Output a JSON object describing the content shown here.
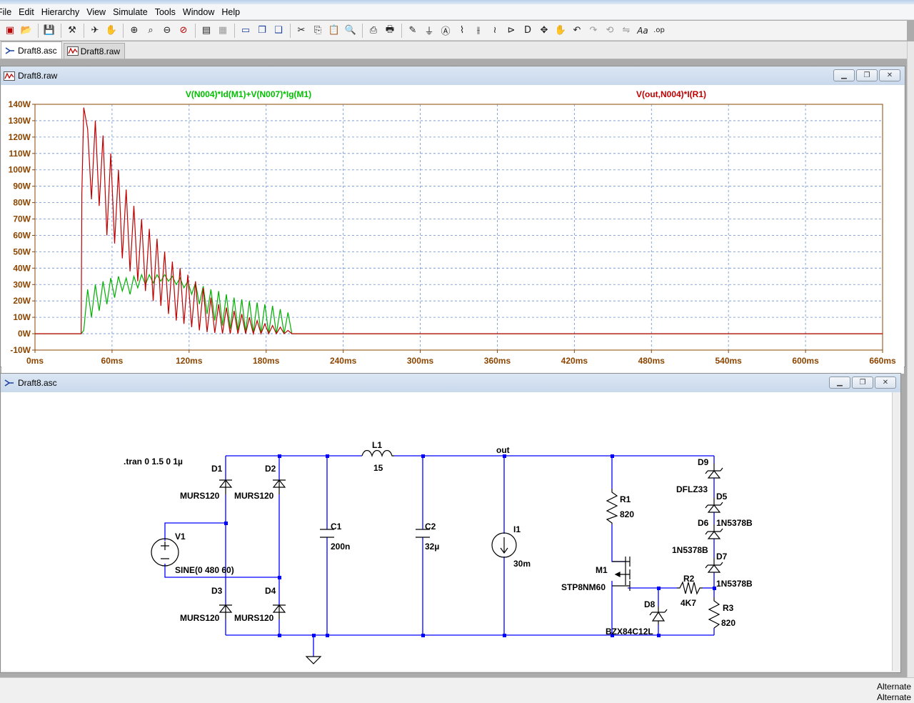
{
  "menu": [
    "File",
    "Edit",
    "Hierarchy",
    "View",
    "Simulate",
    "Tools",
    "Window",
    "Help"
  ],
  "toolbar": [
    {
      "icon": "new-schematic-icon",
      "glyph": "▣"
    },
    {
      "icon": "open-icon",
      "glyph": "📂"
    },
    {
      "icon": "save-icon",
      "glyph": "💾"
    },
    {
      "icon": "control-panel-icon",
      "glyph": "⚒"
    },
    {
      "icon": "run-icon",
      "glyph": "✈"
    },
    {
      "icon": "halt-icon",
      "glyph": "✋"
    },
    {
      "icon": "zoom-in-icon",
      "glyph": "⊕"
    },
    {
      "icon": "pan-icon",
      "glyph": "⌕"
    },
    {
      "icon": "zoom-out-icon",
      "glyph": "⊖"
    },
    {
      "icon": "zoom-cancel-icon",
      "glyph": "⊘"
    },
    {
      "icon": "autorange-icon",
      "glyph": "▤"
    },
    {
      "icon": "fit-icon",
      "glyph": "▦"
    },
    {
      "icon": "tile-horizontal-icon",
      "glyph": "▭"
    },
    {
      "icon": "cascade-icon",
      "glyph": "❐"
    },
    {
      "icon": "tile-vertical-icon",
      "glyph": "❑"
    },
    {
      "icon": "cut-icon",
      "glyph": "✂"
    },
    {
      "icon": "copy-icon",
      "glyph": "⎘"
    },
    {
      "icon": "paste-icon",
      "glyph": "📋"
    },
    {
      "icon": "find-icon",
      "glyph": "🔍"
    },
    {
      "icon": "print-preview-icon",
      "glyph": "⎙"
    },
    {
      "icon": "print-icon",
      "glyph": "🖶"
    },
    {
      "icon": "wire-icon",
      "glyph": "✎"
    },
    {
      "icon": "ground-icon",
      "glyph": "⏚"
    },
    {
      "icon": "label-net-icon",
      "glyph": "Ⓐ"
    },
    {
      "icon": "resistor-icon",
      "glyph": "⌇"
    },
    {
      "icon": "capacitor-icon",
      "glyph": "⫲"
    },
    {
      "icon": "inductor-icon",
      "glyph": "≀"
    },
    {
      "icon": "diode-icon",
      "glyph": "⊳"
    },
    {
      "icon": "component-icon",
      "glyph": "D"
    },
    {
      "icon": "move-icon",
      "glyph": "✥"
    },
    {
      "icon": "drag-icon",
      "glyph": "✋"
    },
    {
      "icon": "undo-icon",
      "glyph": "↶"
    },
    {
      "icon": "redo-icon",
      "glyph": "↷"
    },
    {
      "icon": "rotate-icon",
      "glyph": "⟲"
    },
    {
      "icon": "mirror-icon",
      "glyph": "⇋"
    },
    {
      "icon": "text-icon",
      "glyph": "Aa"
    },
    {
      "icon": "spice-directive-icon",
      "glyph": ".op"
    }
  ],
  "tabs": [
    {
      "label": "Draft8.asc",
      "icon": "schematic-icon",
      "active": true
    },
    {
      "label": "Draft8.raw",
      "icon": "waveform-icon",
      "active": false
    }
  ],
  "waveform_window": {
    "title": "Draft8.raw",
    "trace_labels": [
      {
        "text": "V(N004)*Id(M1)+V(N007)*Ig(M1)",
        "color": "#00c000"
      },
      {
        "text": "V(out,N004)*I(R1)",
        "color": "#c00000"
      }
    ]
  },
  "chart_data": {
    "type": "line",
    "title": "",
    "xlabel": "",
    "ylabel": "",
    "x_ticks": [
      "0ms",
      "60ms",
      "120ms",
      "180ms",
      "240ms",
      "300ms",
      "360ms",
      "420ms",
      "480ms",
      "540ms",
      "600ms",
      "660ms"
    ],
    "y_ticks": [
      "-10W",
      "0W",
      "10W",
      "20W",
      "30W",
      "40W",
      "50W",
      "60W",
      "70W",
      "80W",
      "90W",
      "100W",
      "110W",
      "120W",
      "130W",
      "140W"
    ],
    "xlim": [
      0,
      660
    ],
    "ylim": [
      -10,
      140
    ],
    "grid": true,
    "axis_color": "#8b4500",
    "series": [
      {
        "name": "V(out,N004)*I(R1)",
        "color": "#c00000",
        "x": [
          0,
          36,
          36.5,
          38,
          41,
          44,
          47,
          50,
          53,
          56,
          59,
          62,
          65,
          68,
          71,
          74,
          77,
          80,
          83,
          86,
          89,
          92,
          95,
          98,
          101,
          104,
          107,
          110,
          113,
          116,
          119,
          122,
          125,
          128,
          131,
          134,
          137,
          140,
          143,
          146,
          149,
          152,
          155,
          158,
          161,
          164,
          167,
          170,
          173,
          176,
          179,
          182,
          185,
          188,
          191,
          194,
          197,
          200,
          203,
          660
        ],
        "y": [
          0,
          0,
          85,
          138,
          125,
          82,
          130,
          78,
          121,
          60,
          110,
          55,
          100,
          46,
          88,
          38,
          78,
          32,
          70,
          26,
          64,
          20,
          58,
          17,
          50,
          12,
          44,
          8,
          40,
          6,
          36,
          4,
          32,
          2,
          28,
          1,
          22,
          0.5,
          18,
          0,
          16,
          0,
          14,
          0,
          12,
          0,
          10,
          0,
          8,
          0,
          6,
          0,
          5,
          0,
          4,
          0,
          2,
          0,
          0,
          0
        ]
      },
      {
        "name": "V(N004)*Id(M1)+V(N007)*Ig(M1)",
        "color": "#00b000",
        "x": [
          0,
          36,
          38,
          41,
          44,
          47,
          50,
          53,
          56,
          59,
          62,
          65,
          68,
          71,
          74,
          77,
          80,
          83,
          86,
          89,
          92,
          95,
          98,
          101,
          104,
          107,
          110,
          113,
          116,
          119,
          122,
          125,
          128,
          131,
          134,
          137,
          140,
          143,
          146,
          149,
          152,
          155,
          158,
          161,
          164,
          167,
          170,
          173,
          176,
          179,
          182,
          185,
          188,
          191,
          194,
          197,
          200,
          201,
          660
        ],
        "y": [
          0,
          0,
          2,
          27,
          10,
          30,
          14,
          32,
          18,
          34,
          22,
          35,
          26,
          34,
          24,
          35,
          28,
          36,
          30,
          36,
          31,
          36,
          32,
          36,
          32,
          35,
          30,
          34,
          28,
          32,
          24,
          31,
          18,
          29,
          12,
          27,
          8,
          26,
          5,
          24,
          3,
          22,
          2,
          21,
          1,
          20,
          0.5,
          19,
          0,
          18,
          0,
          17,
          0,
          15,
          0,
          13,
          0,
          0,
          0
        ]
      }
    ]
  },
  "schematic_window": {
    "title": "Draft8.asc",
    "directive": ".tran 0 1.5 0 1µ",
    "net_out": "out",
    "components": {
      "D1": {
        "ref": "D1",
        "value": "MURS120"
      },
      "D2": {
        "ref": "D2",
        "value": "MURS120"
      },
      "D3": {
        "ref": "D3",
        "value": "MURS120"
      },
      "D4": {
        "ref": "D4",
        "value": "MURS120"
      },
      "V1": {
        "ref": "V1",
        "value": "SINE(0 480 60)"
      },
      "L1": {
        "ref": "L1",
        "value": "15"
      },
      "C1": {
        "ref": "C1",
        "value": "200n"
      },
      "C2": {
        "ref": "C2",
        "value": "32µ"
      },
      "I1": {
        "ref": "I1",
        "value": "30m"
      },
      "R1": {
        "ref": "R1",
        "value": "820"
      },
      "R2": {
        "ref": "R2",
        "value": "4K7"
      },
      "R3": {
        "ref": "R3",
        "value": "820"
      },
      "M1": {
        "ref": "M1",
        "value": "STP8NM60"
      },
      "D8": {
        "ref": "D8",
        "value": "BZX84C12L"
      },
      "D9": {
        "ref": "D9",
        "value": "DFLZ33"
      },
      "D5": {
        "ref": "D5",
        "value": "1N5378B"
      },
      "D6": {
        "ref": "D6",
        "value": "1N5378B"
      },
      "D7": {
        "ref": "D7",
        "value": "1N5378B"
      }
    }
  },
  "status": {
    "line1": "Alternate",
    "line2": "Alternate"
  },
  "colors": {
    "wire": "#0000ff",
    "component": "#000000",
    "grid": "#6a8fd0",
    "trace_red": "#c00000",
    "trace_green": "#00b000"
  }
}
